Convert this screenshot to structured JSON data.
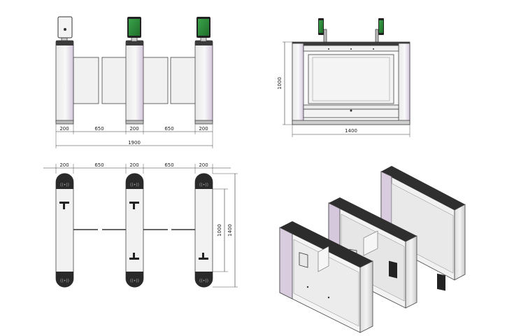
{
  "front_view": {
    "dims": [
      "200",
      "650",
      "200",
      "650",
      "200"
    ],
    "overall": "1900"
  },
  "side_view": {
    "height": "1000",
    "width": "1400"
  },
  "top_view": {
    "dims": [
      "200",
      "650",
      "200",
      "650",
      "200"
    ],
    "inner_height": "1000",
    "outer_height": "1400"
  },
  "colors": {
    "screen_green": "#2e8b3c",
    "glass": "#efefef",
    "pillar_lilac": "#d8cbe0",
    "cap_dark": "#2a2a2a"
  }
}
